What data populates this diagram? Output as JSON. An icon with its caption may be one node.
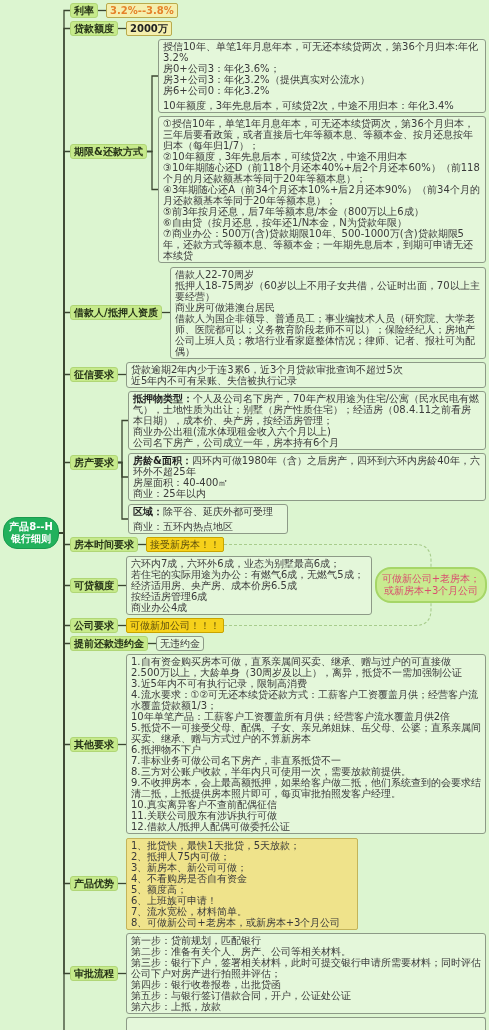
{
  "diagram": {
    "nodes": [
      {
        "text": [
          "产品8--H银行细则"
        ]
      },
      {
        "text": [
          "利率"
        ]
      },
      {
        "text": [
          "3.2%--3.8%"
        ]
      },
      {
        "text": [
          "贷款额度"
        ]
      },
      {
        "text": [
          "2000万"
        ]
      },
      {
        "text": [
          "期限&还款方式"
        ]
      },
      {
        "text": [
          "授信10年、单笔1年月息年本，可无还本续贷两次，第36个月归本:年化3.2%",
          "房0+公司3：年化3.6%；",
          "房3+公司3：年化3.2%（提供真实对公流水）",
          "房6+公司0：年化3.2%",
          "10年额度，3年先息后本，可续贷2次，中途不用归本：年化3.4%"
        ]
      },
      {
        "text": [
          "①授信10年，单笔1年月息年本，可无还本续贷两次，第36个月归本，三年后要看政策，或者直接后七年等额本息、等额本金、按月还息按年归本（每年归1/7）；",
          "②10年额度，3年先息后本，可续贷2次，中途不用归本",
          "③10年期随心还D（前118个月还本40%+后2个月还本60%）（前118个月的月还款额基本等同于20年等额本息）；",
          "④3年期随心还A（前34个月还本10%+后2月还本90%）（前34个月的月还款额基本等同于20年等额本息）；",
          "⑤前3年按月还息，后7年等额本息/本金（800万以上6成）",
          "⑥自由贷（按月还息，按年还1/N本金，N为贷款年限）",
          "⑦商业办公：500万(含)贷款期限10年、500-1000万(含)贷款期限5年，还款方式等额本息、等额本金；一年期先息后本，到期可申请无还本续贷"
        ]
      },
      {
        "text": [
          "借款人/抵押人资质"
        ]
      },
      {
        "text": [
          "借款人22-70周岁",
          "抵押人18-75周岁（60岁以上不用子女共借，公证时出面，70以上主要经营）",
          "商业房可做港澳台居民",
          "借款人为国企非领导、普通员工；事业编技术人员（研究院、大学老师、医院都可以；义务教育阶段老师不可以）；保险经纪人；房地产公司上班人员；教培行业看家庭整体情况；律师、记者、报社可为配偶）"
        ]
      },
      {
        "text": [
          "征信要求"
        ]
      },
      {
        "text": [
          "贷款逾期2年内少于连3累6，近3个月贷款审批查询不超过5次",
          "近5年内不可有呆账、失信被执行记录"
        ]
      },
      {
        "text": [
          "房产要求"
        ]
      },
      {
        "text": [
          "**抵押物类型：**个人及公司名下房产，70年产权用途为住宅/公寓（民水民电有燃气），土地性质为出让；别墅（房产性质住宅）；经适房（08.4.11之前看房本日期），成本价、央产房，按经适房管理；",
          "商业办公出租(流水体现租金收入六个月以上)",
          "公司名下房产，公司成立一年，房本持有6个月"
        ]
      },
      {
        "text": [
          "**房龄&面积：**四环内可做1980年（含）之后房产，四环到六环内房龄40年，六环外不超25年",
          "房屋面积：40-400㎡",
          "商业：25年以内"
        ]
      },
      {
        "text": [
          "**区域：**除平谷、延庆外都可受理",
          "商业：五环内热点地区"
        ]
      },
      {
        "text": [
          "房本时间要求"
        ]
      },
      {
        "text": [
          "接受新房本！！"
        ]
      },
      {
        "text": [
          "可贷额度"
        ]
      },
      {
        "text": [
          "六环内7成，六环外6成，业态为别墅最高6成；",
          "若住宅的实际用途为办公：有燃气6成，无燃气5成；",
          "经济适用房、央产房、成本价房6.5成",
          "按经适房管理6成",
          "商业办公4成"
        ]
      },
      {
        "text": [
          "公司要求"
        ]
      },
      {
        "text": [
          "可做新加公司！！！"
        ]
      },
      {
        "text": [
          "可做新公司+老房本；或新房本+3个月公司"
        ]
      },
      {
        "text": [
          "提前还款违约金"
        ]
      },
      {
        "text": [
          "无违约金"
        ]
      },
      {
        "text": [
          "其他要求"
        ]
      },
      {
        "text": [
          "1.自有资金购买房本可做，直系亲属间买卖、继承、赠与过户的可直接做",
          "2.500万以上，大龄单身（30周岁及以上），离异，抵贷不一需加强制公证",
          "3.近5年内不可有执行记录，限制高消费",
          "4.流水要求：①②可无还本续贷还款方式：工薪客户工资覆盖月供；经营客户流水覆盖贷款额1/3；",
          "10年单笔产品：工薪客户工资覆盖所有月供；经营客户流水覆盖月供2倍",
          "5.抵贷不一可接受父母、配偶、子女、亲兄弟姐妹、岳父母、公婆；直系亲属间买卖、继承、赠与方式过户的不算新房本",
          "6.抵押物不下户",
          "7.非标业务可做公司名下房产，非直系抵贷不一",
          "8.三方对公账户收款，半年内只可使用一次，需要放款前提供。",
          "9.不收押房本，会上最高额抵押，如果给客户做二抵，他们系统查到的会要求结清二抵，上抵提供房本照片即可，每页审批拍照发客户经理。",
          "10.真实离异客户不查前配偶征信",
          "11.关联公司股东有涉诉执行可做",
          "12.借款人/抵押人配偶可做委托公证"
        ]
      },
      {
        "text": [
          "产品优势"
        ]
      },
      {
        "text": [
          "1、批贷快，最快1天批贷，5天放款；",
          "2、抵押人75内可做；",
          "3、新房本、新公司可做；",
          "4、不看购房是否自有资金",
          "5、额度高；",
          "6、上班族可申请！",
          "7、流水宽松，材料简单。",
          "8、可做新公司+老房本，或新房本+3个月公司"
        ]
      },
      {
        "text": [
          "审批流程"
        ]
      },
      {
        "text": [
          "第一步：贷前规划，匹配银行",
          "第二步：准备有关个人、房产、公司等相关材料。",
          "第三步：银行下户，签署相关材料，此时可提交银行申请所需要材料；同时评估公司下户对房产进行拍照并评估；",
          "第四步：银行收卷报卷，出批贷函",
          "第五步：与银行签订借款合同，开户，公证处公证",
          "第六步：上抵，放款"
        ]
      },
      {
        "text": [],
        "shape": "box"
      }
    ],
    "edges": [
      {
        "from": 0,
        "to": 1,
        "arrow": "none"
      },
      {
        "from": 0,
        "to": 3,
        "arrow": "none"
      },
      {
        "from": 0,
        "to": 5,
        "arrow": "none"
      },
      {
        "from": 0,
        "to": 8,
        "arrow": "none"
      },
      {
        "from": 0,
        "to": 10,
        "arrow": "none"
      },
      {
        "from": 0,
        "to": 12,
        "arrow": "none"
      },
      {
        "from": 0,
        "to": 16,
        "arrow": "none"
      },
      {
        "from": 0,
        "to": 18,
        "arrow": "none"
      },
      {
        "from": 0,
        "to": 20,
        "arrow": "none"
      },
      {
        "from": 0,
        "to": 23,
        "arrow": "none"
      },
      {
        "from": 0,
        "to": 25,
        "arrow": "none"
      },
      {
        "from": 0,
        "to": 27,
        "arrow": "none"
      },
      {
        "from": 0,
        "to": 29,
        "arrow": "none"
      },
      {
        "from": 0,
        "to": null,
        "arrow": "none"
      },
      {
        "from": 1,
        "to": 2,
        "arrow": "none"
      },
      {
        "from": 3,
        "to": 4,
        "arrow": "none"
      },
      {
        "from": 5,
        "to": 6,
        "arrow": "none"
      },
      {
        "from": 5,
        "to": 7,
        "arrow": "none"
      },
      {
        "from": 8,
        "to": 9,
        "arrow": "none"
      },
      {
        "from": 10,
        "to": 11,
        "arrow": "none"
      },
      {
        "from": 12,
        "to": 13,
        "arrow": "none"
      },
      {
        "from": 12,
        "to": 14,
        "arrow": "none"
      },
      {
        "from": 12,
        "to": 15,
        "arrow": "none"
      },
      {
        "from": 16,
        "to": 17,
        "arrow": "none"
      },
      {
        "from": 18,
        "to": 19,
        "arrow": "none"
      },
      {
        "from": 20,
        "to": 21,
        "arrow": "none"
      },
      {
        "from": 23,
        "to": 24,
        "arrow": "none"
      },
      {
        "from": 25,
        "to": 26,
        "arrow": "none"
      },
      {
        "from": 27,
        "to": 28,
        "arrow": "none"
      },
      {
        "from": 29,
        "to": 30,
        "arrow": "none"
      },
      {
        "from": 17,
        "to": 22,
        "arrow": "none",
        "style": "dashed",
        "color": "#a8cc8c"
      },
      {
        "from": 21,
        "to": 22,
        "arrow": "none",
        "style": "dashed",
        "color": "#a8cc8c"
      }
    ]
  }
}
